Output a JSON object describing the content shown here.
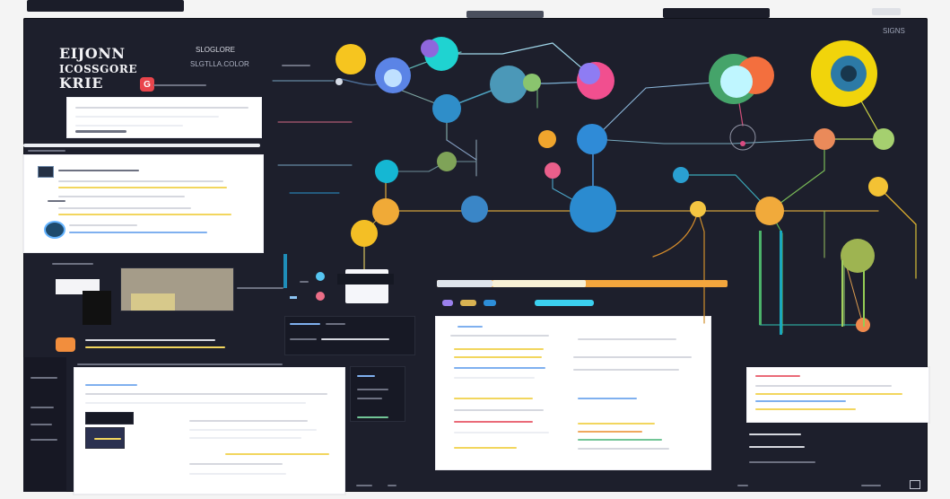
{
  "header": {
    "title_line_1": "EIJONN",
    "title_line_2": "ICOSSGORE",
    "title_line_3": "KRIE",
    "badge": "G",
    "small_label_1": "SLOGLORE",
    "small_label_2": "SLGTLLA.COLOR",
    "right_label": "SIGNS"
  },
  "colors": {
    "frame": "#1d1f2c",
    "accent_yellow": "#f3c944",
    "accent_orange": "#f29b38",
    "accent_blue": "#4d9ee8",
    "accent_teal": "#1fc3d1",
    "accent_pink": "#eb4b96",
    "accent_green": "#7ed05f"
  },
  "icons": {
    "brand_badge": "g-badge-icon",
    "note_icon": "document-icon",
    "chat_icon": "chat-bubble-icon",
    "settings_icon": "gear-icon",
    "orange_square": "orange-square-icon",
    "media_icon": "media-icon"
  }
}
